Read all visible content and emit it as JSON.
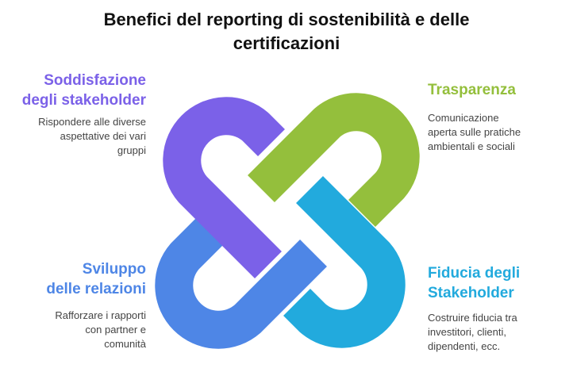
{
  "title_lines": [
    "Benefici del reporting di sostenibilità e delle",
    "certificazioni"
  ],
  "colors": {
    "purple": "#7b61e8",
    "green": "#94bf3c",
    "cyan": "#22aadd",
    "blue": "#4e86e6"
  },
  "blocks": {
    "top_left": {
      "heading_lines": [
        "Soddisfazione",
        "degli stakeholder"
      ],
      "text_lines": [
        "Rispondere alle diverse",
        "aspettative dei vari",
        "gruppi"
      ],
      "color": "#7b61e8"
    },
    "top_right": {
      "heading_lines": [
        "Trasparenza"
      ],
      "text_lines": [
        "Comunicazione",
        "aperta sulle pratiche",
        "ambientali e sociali"
      ],
      "color": "#94bf3c"
    },
    "bottom_left": {
      "heading_lines": [
        "Sviluppo",
        "delle relazioni"
      ],
      "text_lines": [
        "Rafforzare i rapporti",
        "con partner e",
        "comunità"
      ],
      "color": "#4e86e6"
    },
    "bottom_right": {
      "heading_lines": [
        "Fiducia degli",
        "Stakeholder"
      ],
      "text_lines": [
        "Costruire fiducia tra",
        "investitori, clienti,",
        "dipendenti, ecc."
      ],
      "color": "#22aadd"
    }
  }
}
